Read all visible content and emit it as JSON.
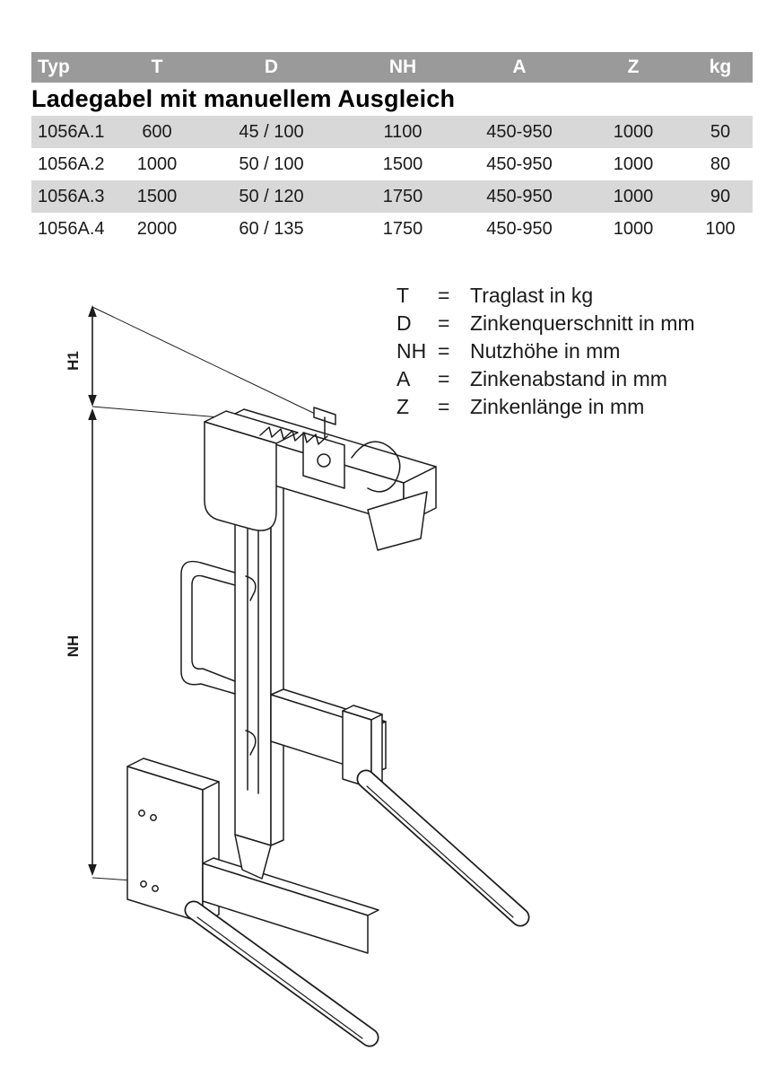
{
  "table": {
    "headers": [
      "Typ",
      "T",
      "D",
      "NH",
      "A",
      "Z",
      "kg"
    ],
    "section_title": "Ladegabel mit manuellem Ausgleich",
    "rows": [
      [
        "1056A.1",
        "600",
        "45 / 100",
        "1100",
        "450-950",
        "1000",
        "50"
      ],
      [
        "1056A.2",
        "1000",
        "50 / 100",
        "1500",
        "450-950",
        "1000",
        "80"
      ],
      [
        "1056A.3",
        "1500",
        "50 / 120",
        "1750",
        "450-950",
        "1000",
        "90"
      ],
      [
        "1056A.4",
        "2000",
        "60 / 135",
        "1750",
        "450-950",
        "1000",
        "100"
      ]
    ]
  },
  "legend": {
    "items": [
      {
        "symbol": "T",
        "eq": "=",
        "text": "Traglast in kg"
      },
      {
        "symbol": "D",
        "eq": "=",
        "text": "Zinkenquerschnitt in mm"
      },
      {
        "symbol": "NH",
        "eq": "=",
        "text": "Nutzhöhe in mm"
      },
      {
        "symbol": "A",
        "eq": "=",
        "text": "Zinkenabstand in mm"
      },
      {
        "symbol": "Z",
        "eq": "=",
        "text": "Zinkenlänge in mm"
      }
    ]
  },
  "diagram": {
    "h1_label": "H1",
    "nh_label": "NH"
  },
  "colors": {
    "header_bg": "#9a9a9a",
    "header_text": "#ffffff",
    "row_alt_bg": "#d8d8d8",
    "body_text": "#1a1a1a"
  }
}
